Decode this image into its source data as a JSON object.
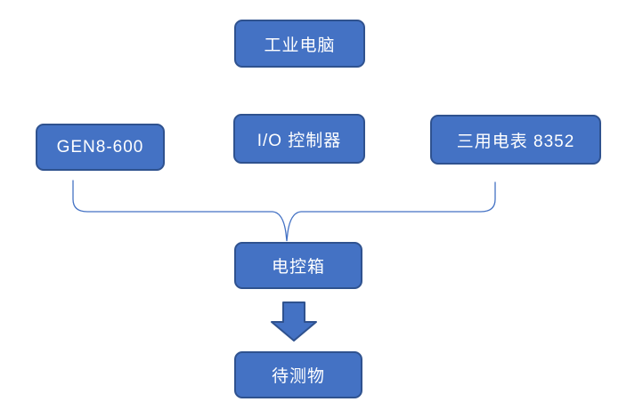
{
  "diagram": {
    "nodes": {
      "industrial_pc": {
        "label": "工业电脑"
      },
      "gen8_600": {
        "label": "GEN8-600"
      },
      "io_controller": {
        "label": "I/O 控制器"
      },
      "multimeter": {
        "label": "三用电表 8352"
      },
      "control_box": {
        "label": "电控箱"
      },
      "dut": {
        "label": "待测物"
      }
    },
    "connectors": {
      "brace": {
        "type": "curly-brace-down",
        "from": [
          "GEN8-600",
          "I/O 控制器",
          "三用电表 8352"
        ],
        "to": "电控箱"
      },
      "arrow": {
        "type": "block-arrow-down",
        "from": "电控箱",
        "to": "待测物"
      }
    },
    "colors": {
      "node_fill": "#4472C4",
      "node_border": "#2F528F",
      "node_text": "#FFFFFF",
      "brace_line": "#4472C4",
      "arrow_fill": "#4472C4",
      "arrow_border": "#2F528F",
      "background": "#FFFFFF"
    }
  }
}
